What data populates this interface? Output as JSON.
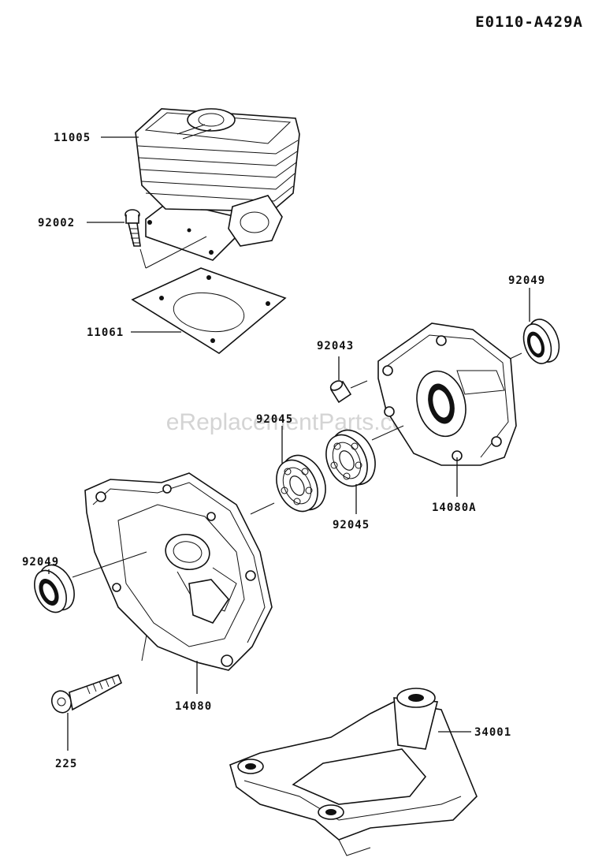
{
  "diagram_code": "E0110-A429A",
  "watermark": "eReplacementParts.com",
  "parts": [
    {
      "id": "p11005",
      "number": "11005"
    },
    {
      "id": "p92002",
      "number": "92002"
    },
    {
      "id": "p11061",
      "number": "11061"
    },
    {
      "id": "p92049a",
      "number": "92049"
    },
    {
      "id": "p92043",
      "number": "92043"
    },
    {
      "id": "p92045a",
      "number": "92045"
    },
    {
      "id": "p92045b",
      "number": "92045"
    },
    {
      "id": "p14080a",
      "number": "14080A"
    },
    {
      "id": "p92049b",
      "number": "92049"
    },
    {
      "id": "p14080",
      "number": "14080"
    },
    {
      "id": "p225",
      "number": "225"
    },
    {
      "id": "p34001",
      "number": "34001"
    }
  ]
}
